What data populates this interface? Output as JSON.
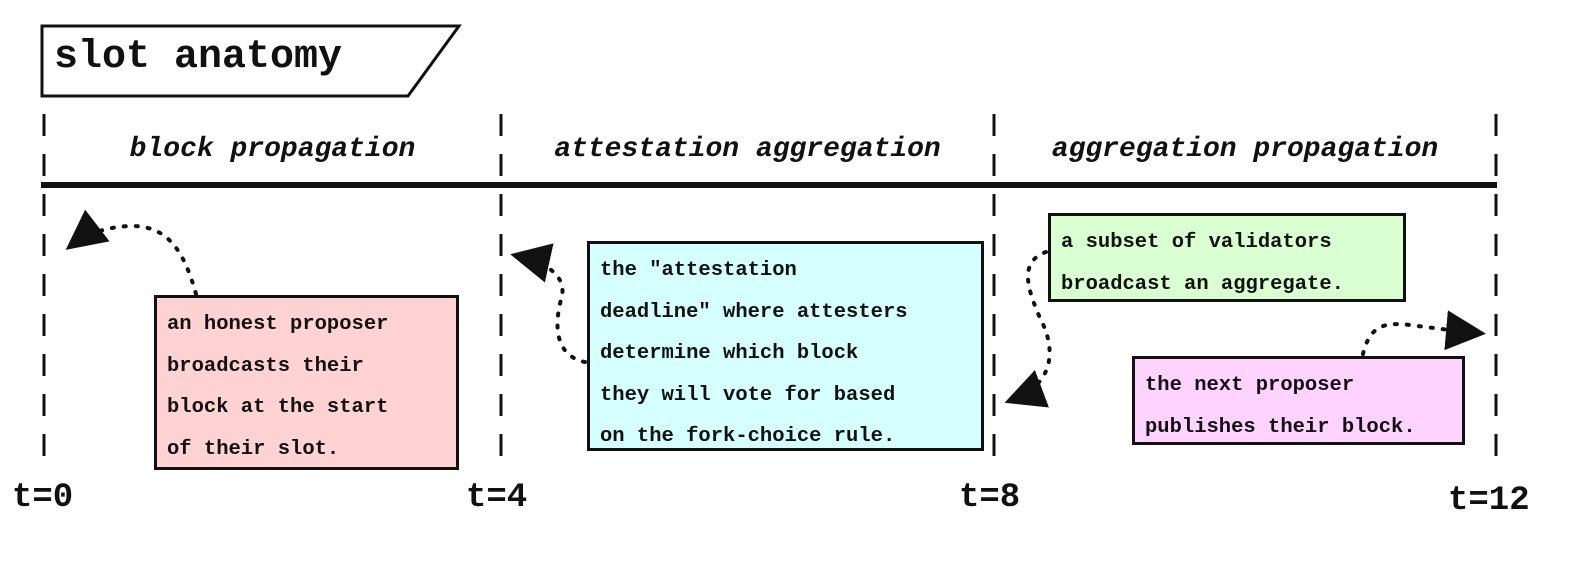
{
  "title": "slot anatomy",
  "phases": [
    "block propagation",
    "attestation aggregation",
    "aggregation propagation"
  ],
  "ticks": [
    "t=0",
    "t=4",
    "t=8",
    "t=12"
  ],
  "notes": {
    "proposer": {
      "lines": [
        "an honest proposer",
        "broadcasts their",
        "block at the start",
        "of their slot."
      ],
      "color": "#ffd3d3"
    },
    "attestation": {
      "lines": [
        "the \"attestation",
        "deadline\" where attesters",
        "determine which block",
        "they will vote for based",
        "on the fork-choice rule."
      ],
      "color": "#d6ffff"
    },
    "aggregate": {
      "lines": [
        "a subset of validators",
        "broadcast an aggregate."
      ],
      "color": "#d9ffd3"
    },
    "next_proposer": {
      "lines": [
        "the next proposer",
        "publishes their block."
      ],
      "color": "#ffd3ff"
    }
  },
  "colors": {
    "stroke": "#111111",
    "background": "#ffffff"
  }
}
